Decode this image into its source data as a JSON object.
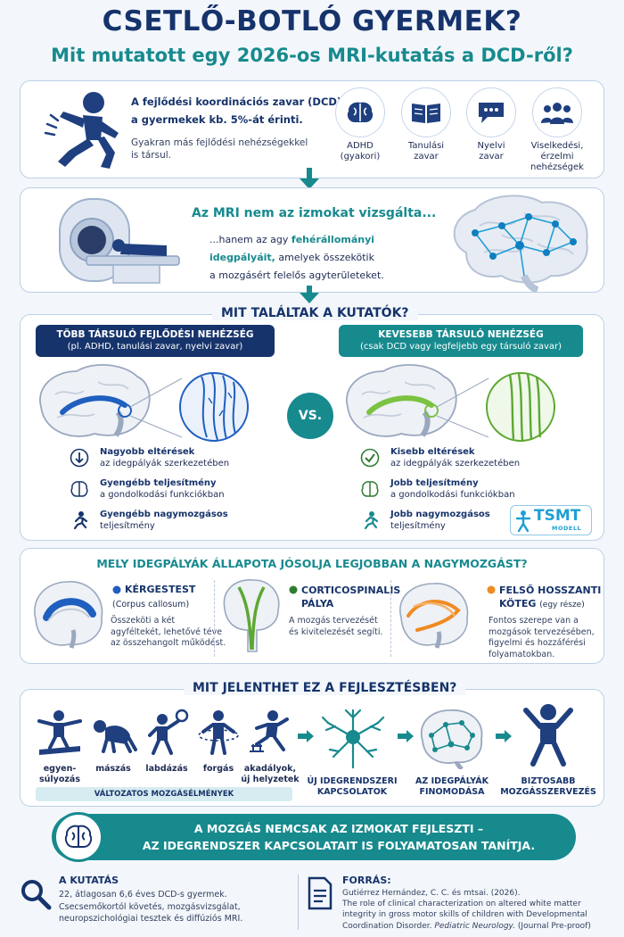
{
  "header": {
    "title": "CSETLŐ-BOTLÓ GYERMEK?",
    "subtitle": "Mit mutatott egy 2026-os MRI-kutatás a DCD-ről?"
  },
  "intro": {
    "line1": "A fejlődési koordinációs zavar (DCD)",
    "line2": "a gyermekek kb. 5%-át érinti.",
    "line3": "Gyakran más fejlődési nehézségekkel",
    "line4": "is társul.",
    "conditions": [
      {
        "icon": "brain-icon",
        "line1": "ADHD",
        "line2": "(gyakori)",
        "line3": ""
      },
      {
        "icon": "book-icon",
        "line1": "Tanulási",
        "line2": "zavar",
        "line3": ""
      },
      {
        "icon": "speech-bubble-icon",
        "line1": "Nyelvi",
        "line2": "zavar",
        "line3": ""
      },
      {
        "icon": "people-icon",
        "line1": "Viselkedési,",
        "line2": "érzelmi",
        "line3": "nehézségek"
      }
    ]
  },
  "mri": {
    "headline": "Az MRI nem az izmokat vizsgálta...",
    "line1": "...hanem az agy",
    "highlight1": "fehérállományi",
    "highlight2": "idegpályáit,",
    "line2b": "amelyek összekötik",
    "line3": "a mozgásért felelős agyterületeket."
  },
  "findings": {
    "title": "MIT TALÁLTAK A KUTATÓK?",
    "left_banner1": "TÖBB TÁRSULÓ FEJLŐDÉSI NEHÉZSÉG",
    "left_banner2": "(pl. ADHD, tanulási zavar, nyelvi zavar)",
    "right_banner1": "KEVESEBB TÁRSULÓ NEHÉZSÉG",
    "right_banner2": "(csak DCD vagy legfeljebb egy társuló zavar)",
    "vs": "VS.",
    "left_items": [
      {
        "bold": "Nagyobb eltérések",
        "rest": "az idegpályák szerkezetében"
      },
      {
        "bold": "Gyengébb teljesítmény",
        "rest": "a gondolkodási funkciókban"
      },
      {
        "bold": "Gyengébb nagymozgásos",
        "rest": "teljesítmény"
      }
    ],
    "right_items": [
      {
        "bold": "Kisebb eltérések",
        "rest": "az idegpályák szerkezetében"
      },
      {
        "bold": "Jobb teljesítmény",
        "rest": "a gondolkodási funkciókban"
      },
      {
        "bold": "Jobb nagymozgásos",
        "rest": "teljesítmény"
      }
    ],
    "logo_main": "TSMT",
    "logo_sub": "MODELL"
  },
  "tracts": {
    "title": "MELY IDEGPÁLYÁK ÁLLAPOTA JÓSOLJA LEGJOBBAN A NAGYMOZGÁST?",
    "items": [
      {
        "name1": "KÉRGESTEST",
        "name2": "",
        "sub": "(Corpus callosum)",
        "d1": "Összeköti a két",
        "d2": "agyféltekét, lehetővé téve",
        "d3": "az összehangolt működést.",
        "d4": "",
        "color": "#1f5fbf"
      },
      {
        "name1": "CORTICOSPINALIS",
        "name2": "PÁLYA",
        "sub": "",
        "d1": "A mozgás tervezését",
        "d2": "és kivitelezését segíti.",
        "d3": "",
        "d4": "",
        "color": "#2e7d32"
      },
      {
        "name1": "FELSŐ HOSSZANTI",
        "name2": "KÖTEG",
        "sub": "(egy része)",
        "d1": "Fontos szerepe van a",
        "d2": "mozgások tervezésében,",
        "d3": "figyelmi és hozzáférési",
        "d4": "folyamatokban.",
        "color": "#f08a24"
      }
    ]
  },
  "development": {
    "title": "MIT JELENTHET EZ A FEJLESZTÉSBEN?",
    "activities": [
      {
        "l1": "egyen-",
        "l2": "súlyozás"
      },
      {
        "l1": "mászás",
        "l2": ""
      },
      {
        "l1": "labdázás",
        "l2": ""
      },
      {
        "l1": "forgás",
        "l2": ""
      },
      {
        "l1": "akadályok,",
        "l2": "új helyzetek"
      }
    ],
    "activities_banner": "VÁLTOZATOS MOZGÁSÉLMÉNYEK",
    "step1_l1": "ÚJ IDEGRENDSZERI",
    "step1_l2": "KAPCSOLATOK",
    "step2_l1": "AZ IDEGPÁLYÁK",
    "step2_l2": "FINOMODÁSA",
    "step3_l1": "BIZTOSABB",
    "step3_l2": "MOZGÁSSZERVEZÉS"
  },
  "message": {
    "line1": "A MOZGÁS NEMCSAK AZ IZMOKAT FEJLESZTI –",
    "line2": "AZ IDEGRENDSZER KAPCSOLATAIT IS FOLYAMATOSAN TANÍTJA."
  },
  "footer": {
    "study_title": "A KUTATÁS",
    "study_l1": "22, átlagosan 6,6 éves DCD-s gyermek.",
    "study_l2": "Csecsemőkortól követés, mozgásvizsgálat,",
    "study_l3": "neuropszichológiai tesztek és diffúziós MRI.",
    "source_title": "FORRÁS:",
    "source_l1": "Gutiérrez Hernández, C. C. és mtsai. (2026).",
    "source_l2": "The role of clinical characterization on altered white matter",
    "source_l3": "integrity in gross motor skills of children with Developmental",
    "source_l4a": "Coordination Disorder.",
    "source_l4b": "Pediatric Neurology.",
    "source_l4c": "(Journal Pre-proof)"
  },
  "colors": {
    "navy": "#16336b",
    "teal": "#178a8e",
    "blue_tract": "#1f5fbf",
    "green_tract": "#7cc242",
    "orange_tract": "#f08a24"
  }
}
